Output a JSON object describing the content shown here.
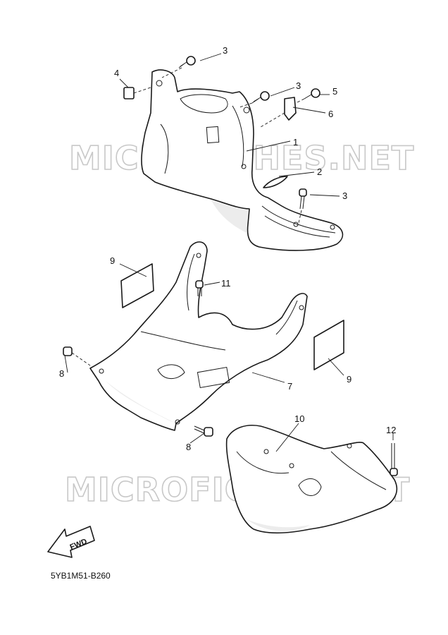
{
  "watermarks": [
    "MICROFICHES.NET",
    "MICROFICHES.NET"
  ],
  "callouts": {
    "c1": "1",
    "c2": "2",
    "c3a": "3",
    "c3b": "3",
    "c3c": "3",
    "c4": "4",
    "c5": "5",
    "c6": "6",
    "c7": "7",
    "c8a": "8",
    "c8b": "8",
    "c9a": "9",
    "c9b": "9",
    "c10": "10",
    "c11": "11",
    "c12": "12"
  },
  "fwd_arrow": {
    "label": "FWD"
  },
  "diagram_code": "5YB1M51-B260"
}
